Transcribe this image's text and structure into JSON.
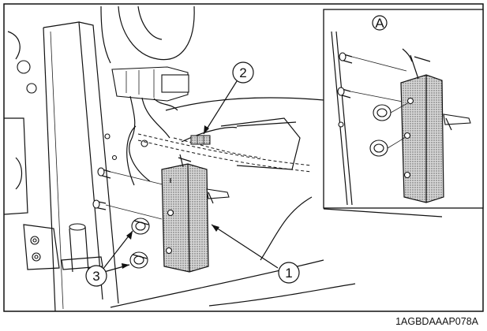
{
  "figure": {
    "callouts": [
      {
        "id": "1",
        "label": "1"
      },
      {
        "id": "2",
        "label": "2"
      },
      {
        "id": "3",
        "label": "3"
      }
    ],
    "detail_view_label": "A",
    "figure_code": "1AGBDAAAP078A"
  },
  "colors": {
    "ink": "#111111",
    "paper": "#ffffff",
    "module_fill": "#c9c9c9"
  }
}
